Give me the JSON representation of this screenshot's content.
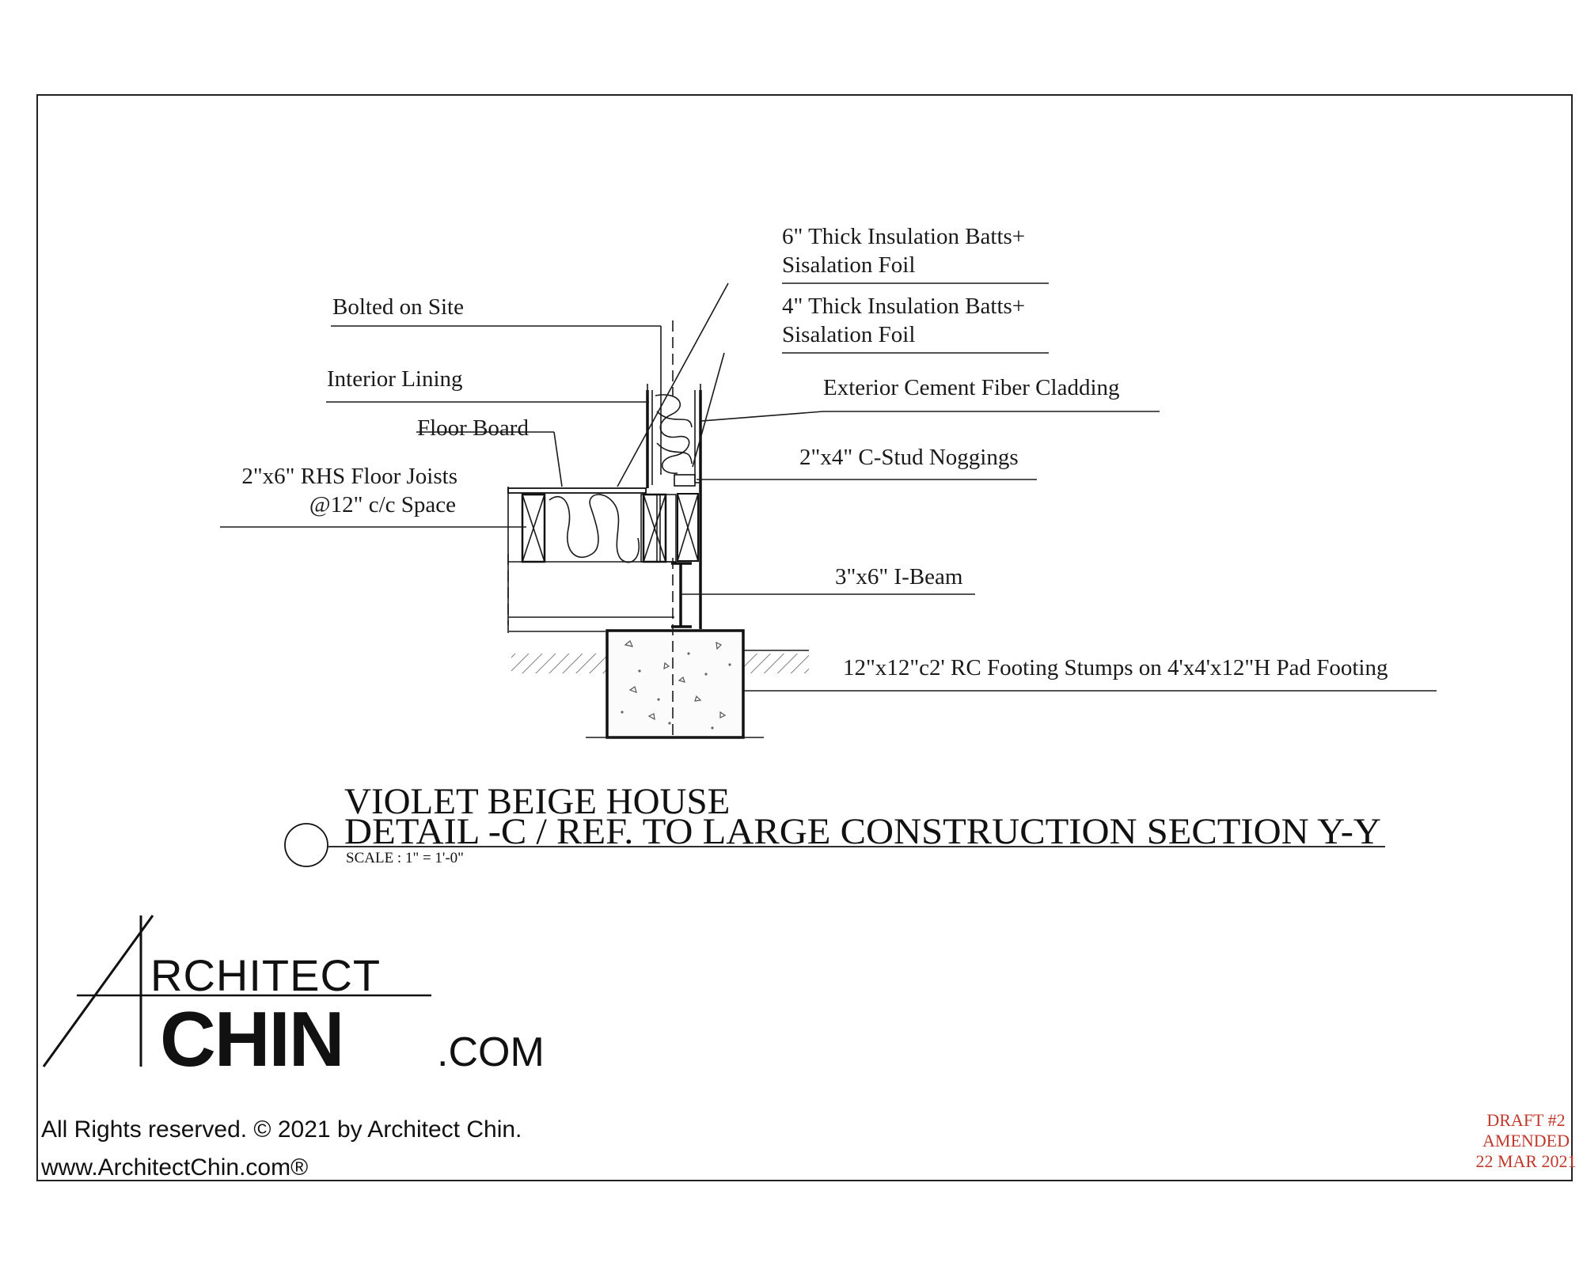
{
  "labels": {
    "insulation6": [
      "6\" Thick Insulation Batts+",
      "Sisalation Foil"
    ],
    "insulation4": [
      "4\" Thick Insulation Batts+",
      "Sisalation Foil"
    ],
    "bolted": "Bolted on Site",
    "interior_lining": "Interior Lining",
    "exterior_cladding": "Exterior Cement Fiber Cladding",
    "floor_board": "Floor Board",
    "noggings": "2\"x4\" C-Stud Noggings",
    "joists": [
      "2\"x6\" RHS Floor Joists",
      "@12\" c/c Space"
    ],
    "ibeam": "3\"x6\" I-Beam",
    "footing": "12\"x12\"c2' RC Footing Stumps on 4'x4'x12\"H Pad Footing"
  },
  "title": {
    "line1": "VIOLET BEIGE HOUSE",
    "line2": "DETAIL -C / REF. TO LARGE CONSTRUCTION SECTION Y-Y",
    "scale": "SCALE : 1\" = 1'-0\""
  },
  "logo": {
    "line1": "RCHITECT",
    "line2": "CHIN",
    "suffix": ".COM"
  },
  "rights": {
    "line1": "All Rights reserved. © 2021 by Architect Chin.",
    "line2": "www.ArchitectChin.com®"
  },
  "draft": {
    "line1": "DRAFT #2",
    "line2": "AMENDED",
    "line3": "22 MAR 2021"
  },
  "colors": {
    "ink": "#1a1a1a",
    "draft_red": "#c0392b",
    "paper": "#ffffff"
  }
}
